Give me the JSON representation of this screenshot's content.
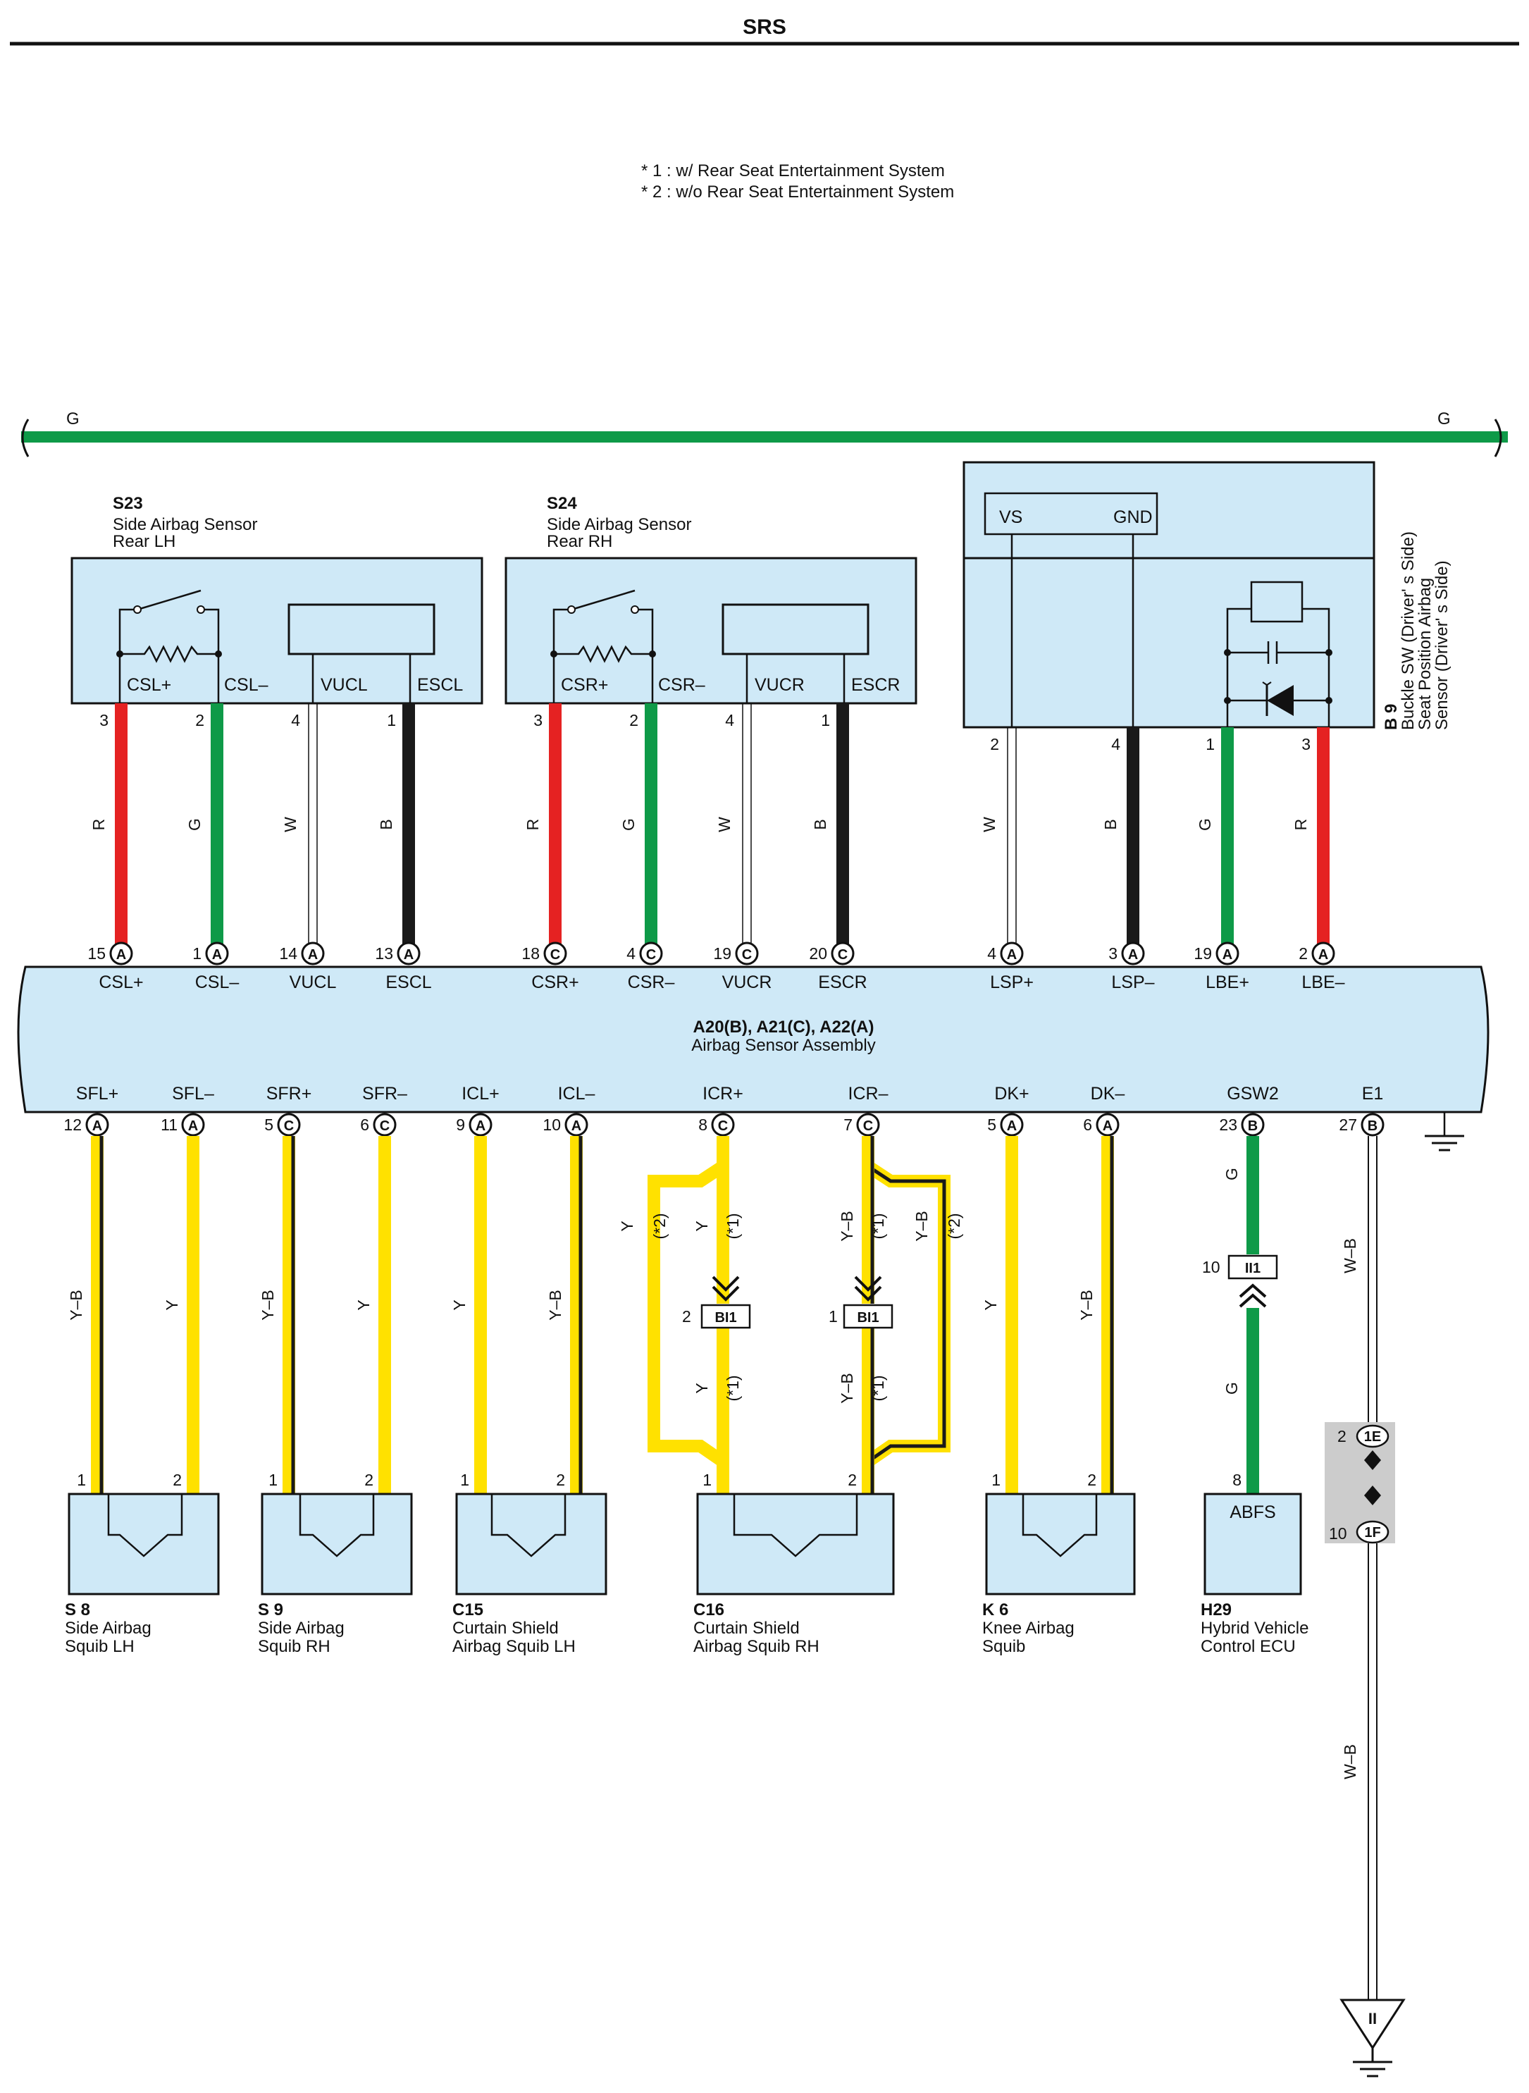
{
  "title": "SRS",
  "notes": [
    "* 1 : w/ Rear Seat Entertainment System",
    "* 2 : w/o Rear Seat Entertainment System"
  ],
  "bus_label": "G",
  "top_components": [
    {
      "code": "S23",
      "desc": [
        "Side Airbag Sensor",
        "Rear LH"
      ],
      "pins": [
        "CSL+",
        "CSL–",
        "VUCL",
        "ESCL"
      ]
    },
    {
      "code": "S24",
      "desc": [
        "Side Airbag Sensor",
        "Rear RH"
      ],
      "pins": [
        "CSR+",
        "CSR–",
        "VUCR",
        "ESCR"
      ]
    },
    {
      "code": "B 9",
      "desc": [
        "Buckle SW (Driver' s Side)",
        "Seat Position Airbag",
        "Sensor (Driver' s Side)"
      ],
      "pins": [
        "VS",
        "GND"
      ]
    }
  ],
  "main": {
    "code": "A20(B), A21(C), A22(A)",
    "name": "Airbag Sensor Assembly",
    "top_pins": [
      {
        "num": "15",
        "conn": "A",
        "name": "CSL+",
        "wire_pin": "3",
        "color_label": "R",
        "color": "#e52222"
      },
      {
        "num": "1",
        "conn": "A",
        "name": "CSL–",
        "wire_pin": "2",
        "color_label": "G",
        "color": "#0e9a48"
      },
      {
        "num": "14",
        "conn": "A",
        "name": "VUCL",
        "wire_pin": "4",
        "color_label": "W",
        "color": "#ffffff"
      },
      {
        "num": "13",
        "conn": "A",
        "name": "ESCL",
        "wire_pin": "1",
        "color_label": "B",
        "color": "#1a1a1a"
      },
      {
        "num": "18",
        "conn": "C",
        "name": "CSR+",
        "wire_pin": "3",
        "color_label": "R",
        "color": "#e52222"
      },
      {
        "num": "4",
        "conn": "C",
        "name": "CSR–",
        "wire_pin": "2",
        "color_label": "G",
        "color": "#0e9a48"
      },
      {
        "num": "19",
        "conn": "C",
        "name": "VUCR",
        "wire_pin": "4",
        "color_label": "W",
        "color": "#ffffff"
      },
      {
        "num": "20",
        "conn": "C",
        "name": "ESCR",
        "wire_pin": "1",
        "color_label": "B",
        "color": "#1a1a1a"
      },
      {
        "num": "4",
        "conn": "A",
        "name": "LSP+",
        "wire_pin": "2",
        "color_label": "W",
        "color": "#ffffff"
      },
      {
        "num": "3",
        "conn": "A",
        "name": "LSP–",
        "wire_pin": "4",
        "color_label": "B",
        "color": "#1a1a1a"
      },
      {
        "num": "19",
        "conn": "A",
        "name": "LBE+",
        "wire_pin": "1",
        "color_label": "G",
        "color": "#0e9a48"
      },
      {
        "num": "2",
        "conn": "A",
        "name": "LBE–",
        "wire_pin": "3",
        "color_label": "R",
        "color": "#e52222"
      }
    ],
    "bottom_pins": [
      {
        "num": "12",
        "conn": "A",
        "name": "SFL+"
      },
      {
        "num": "11",
        "conn": "A",
        "name": "SFL–"
      },
      {
        "num": "5",
        "conn": "C",
        "name": "SFR+"
      },
      {
        "num": "6",
        "conn": "C",
        "name": "SFR–"
      },
      {
        "num": "9",
        "conn": "A",
        "name": "ICL+"
      },
      {
        "num": "10",
        "conn": "A",
        "name": "ICL–"
      },
      {
        "num": "8",
        "conn": "C",
        "name": "ICR+"
      },
      {
        "num": "7",
        "conn": "C",
        "name": "ICR–"
      },
      {
        "num": "5",
        "conn": "A",
        "name": "DK+"
      },
      {
        "num": "6",
        "conn": "A",
        "name": "DK–"
      },
      {
        "num": "23",
        "conn": "B",
        "name": "GSW2"
      },
      {
        "num": "27",
        "conn": "B",
        "name": "E1"
      }
    ]
  },
  "wire_labels": {
    "yb": "Y–B",
    "y": "Y",
    "g": "G",
    "wb": "W–B",
    "note1": "(*1)",
    "note2": "(*2)"
  },
  "splices": [
    {
      "pin": "2",
      "label": "BI1"
    },
    {
      "pin": "1",
      "label": "BI1"
    },
    {
      "pin": "10",
      "label": "II1"
    },
    {
      "pin": "2",
      "label": "1E"
    },
    {
      "pin": "10",
      "label": "1F"
    }
  ],
  "bottom_components": [
    {
      "code": "S 8",
      "desc": [
        "Side Airbag",
        "Squib LH"
      ],
      "pins": [
        "1",
        "2"
      ]
    },
    {
      "code": "S 9",
      "desc": [
        "Side Airbag",
        "Squib RH"
      ],
      "pins": [
        "1",
        "2"
      ]
    },
    {
      "code": "C15",
      "desc": [
        "Curtain Shield",
        "Airbag Squib LH"
      ],
      "pins": [
        "1",
        "2"
      ]
    },
    {
      "code": "C16",
      "desc": [
        "Curtain Shield",
        "Airbag Squib RH"
      ],
      "pins": [
        "1",
        "2"
      ]
    },
    {
      "code": "K 6",
      "desc": [
        "Knee Airbag",
        "Squib"
      ],
      "pins": [
        "1",
        "2"
      ]
    },
    {
      "code": "H29",
      "desc": [
        "Hybrid Vehicle",
        "Control ECU"
      ],
      "pins": [
        "8"
      ],
      "inner": "ABFS"
    }
  ],
  "ground_label": "II",
  "colors": {
    "box_fill": "#cfe9f7",
    "yellow": "#ffe100",
    "green": "#0e9a48",
    "red": "#e52222",
    "black": "#1a1a1a"
  }
}
